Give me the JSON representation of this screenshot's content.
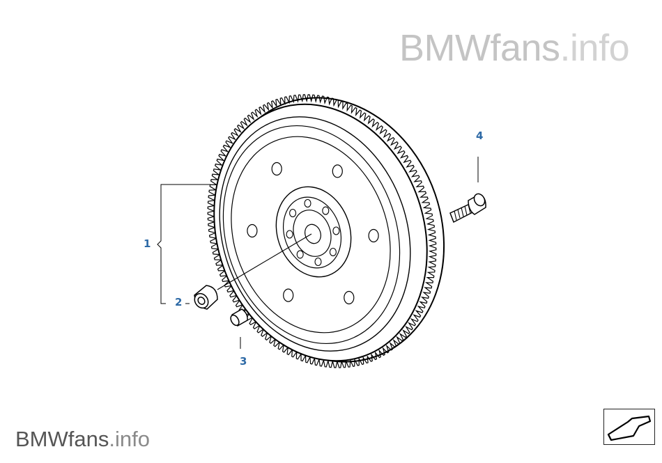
{
  "watermark": {
    "brand": "BMWfans",
    "tld": ".info"
  },
  "diagram": {
    "callouts": [
      {
        "id": "1",
        "label": "1"
      },
      {
        "id": "2",
        "label": "2"
      },
      {
        "id": "3",
        "label": "3"
      },
      {
        "id": "4",
        "label": "4"
      }
    ]
  },
  "nav": {
    "icon": "return-arrow-icon"
  }
}
